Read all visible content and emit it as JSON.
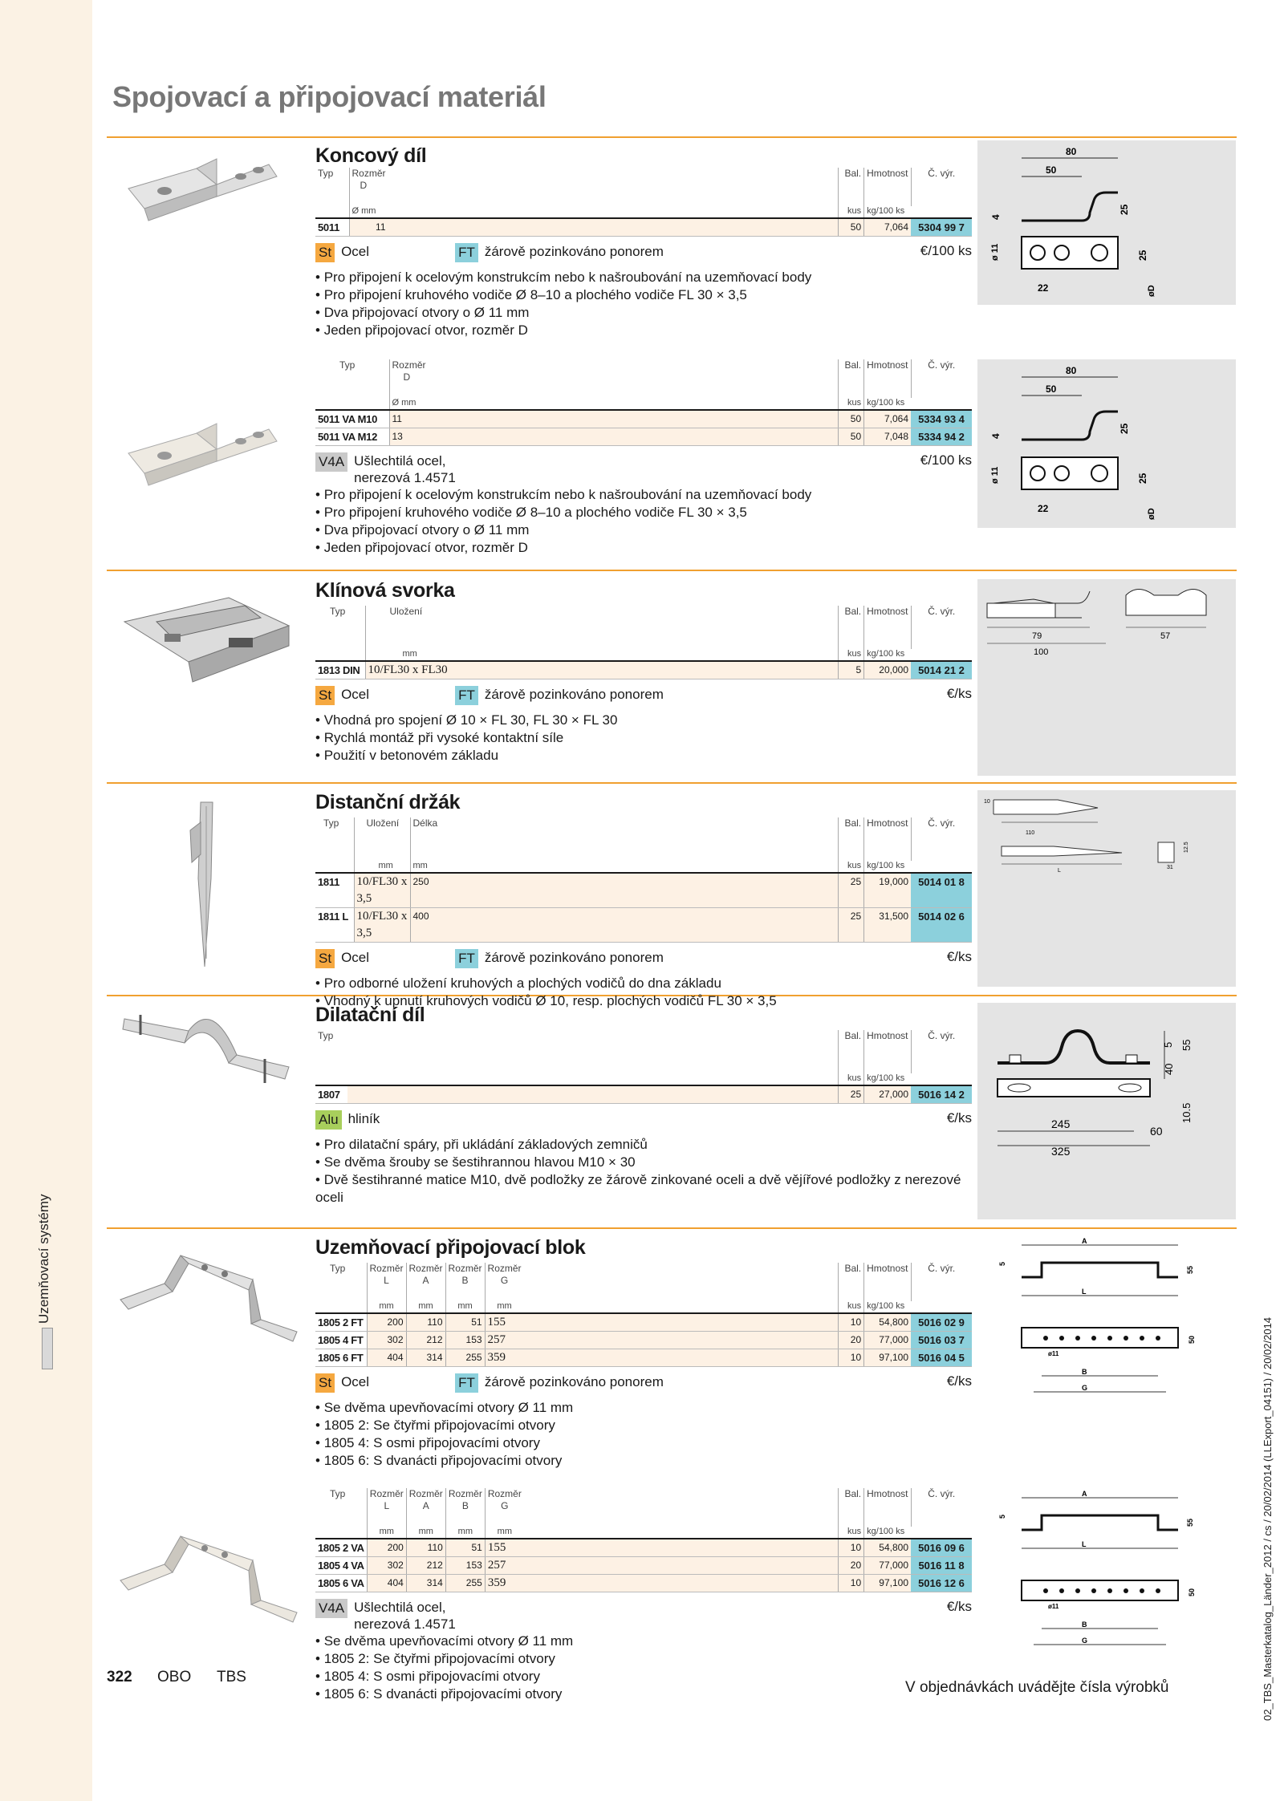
{
  "page": {
    "title": "Spojovací a připojovací materiál",
    "side_label": "Uzemňovací systémy",
    "right_code": "02_TBS_Masterkatalog_Länder_2012 / cs / 20/02/2014 (LLExport_04151) / 20/02/2014",
    "page_number": "322",
    "brand1": "OBO",
    "brand2": "TBS",
    "footer_note": "V objednávkách uvádějte čísla výrobků"
  },
  "labels": {
    "typ": "Typ",
    "rozmer": "Rozměr",
    "d": "D",
    "l": "L",
    "a": "A",
    "b": "B",
    "g": "G",
    "bal": "Bal.",
    "hmotnost": "Hmotnost",
    "cvyr": "Č. výr.",
    "ulozeni": "Uložení",
    "delka": "Délka",
    "mm": "mm",
    "dmm": "Ø mm",
    "kus": "kus",
    "kg": "kg/100 ks",
    "st": "St",
    "ocel": "Ocel",
    "ft": "FT",
    "ft_text": "žárově pozinkováno ponorem",
    "va": "V4A",
    "va_text1": "Ušlechtilá ocel,",
    "va_text2": "nerezová 1.4571",
    "alu": "Alu",
    "alu_text": "hliník",
    "per100": "€/100 ks",
    "perks": "€/ks"
  },
  "koncovy": {
    "title": "Koncový díl",
    "rows1": [
      {
        "typ": "5011",
        "d": "11",
        "bal": "50",
        "hm": "7,064",
        "nr": "5304 99 7"
      }
    ],
    "features1": [
      "Pro připojení k ocelovým konstrukcím nebo k našroubování na uzemňovací body",
      "Pro připojení kruhového vodiče Ø 8–10 a plochého vodiče FL 30 × 3,5",
      "Dva připojovací otvory o Ø 11 mm",
      "Jeden připojovací otvor, rozměr D"
    ],
    "rows2": [
      {
        "typ": "5011 VA M10",
        "d": "11",
        "bal": "50",
        "hm": "7,064",
        "nr": "5334 93 4"
      },
      {
        "typ": "5011 VA M12",
        "d": "13",
        "bal": "50",
        "hm": "7,048",
        "nr": "5334 94 2"
      }
    ],
    "features2": [
      "Pro připojení k ocelovým konstrukcím nebo k našroubování na uzemňovací body",
      "Pro připojení kruhového vodiče Ø 8–10 a plochého vodiče FL 30 × 3,5",
      "Dva připojovací otvory o Ø 11 mm",
      "Jeden připojovací otvor, rozměr D"
    ],
    "dims": {
      "w80": "80",
      "w50": "50",
      "h25": "25",
      "h4": "4",
      "d11": "ø 11",
      "h25b": "25",
      "w22": "22",
      "od": "øD"
    }
  },
  "klinova": {
    "title": "Klínová svorka",
    "rows": [
      {
        "typ": "1813 DIN",
        "ul": "10/FL30 x FL30",
        "bal": "5",
        "hm": "20,000",
        "nr": "5014 21 2"
      }
    ],
    "features": [
      "Vhodná pro spojení Ø 10 × FL 30, FL 30 × FL 30",
      "Rychlá montáž při vysoké kontaktní síle",
      "Použití v betonovém základu"
    ],
    "dims": {
      "d79": "79",
      "d57": "57",
      "d100": "100"
    }
  },
  "distancni": {
    "title": "Distanční držák",
    "rows": [
      {
        "typ": "1811",
        "ul": "10/FL30 x 3,5",
        "dl": "250",
        "bal": "25",
        "hm": "19,000",
        "nr": "5014 01 8"
      },
      {
        "typ": "1811 L",
        "ul": "10/FL30 x 3,5",
        "dl": "400",
        "bal": "25",
        "hm": "31,500",
        "nr": "5014 02 6"
      }
    ],
    "features": [
      "Pro odborné uložení kruhových a plochých vodičů do dna základu",
      "Vhodný k upnutí kruhových vodičů Ø 10, resp. plochých vodičů FL 30 × 3,5"
    ],
    "dims": {
      "d10": "10",
      "d110": "110",
      "dl": "L",
      "d125": "12.5",
      "d31": "31"
    }
  },
  "dilatacni": {
    "title": "Dilatační díl",
    "rows": [
      {
        "typ": "1807",
        "bal": "25",
        "hm": "27,000",
        "nr": "5016 14 2"
      }
    ],
    "features": [
      "Pro dilatační spáry, při ukládání základových zemničů",
      "Se dvěma šrouby se šestihrannou hlavou M10 × 30",
      "Dvě šestihranné matice M10, dvě podložky ze žárově zinkované oceli a dvě vějířové podložky z nerezové oceli"
    ],
    "dims": {
      "d40": "40",
      "d5": "5",
      "d55": "55",
      "d105": "10.5",
      "d60": "60",
      "d245": "245",
      "d325": "325"
    }
  },
  "blok": {
    "title": "Uzemňovací připojovací blok",
    "rows1": [
      {
        "typ": "1805 2 FT",
        "l": "200",
        "a": "110",
        "b": "51",
        "g": "155",
        "bal": "10",
        "hm": "54,800",
        "nr": "5016 02 9"
      },
      {
        "typ": "1805 4 FT",
        "l": "302",
        "a": "212",
        "b": "153",
        "g": "257",
        "bal": "20",
        "hm": "77,000",
        "nr": "5016 03 7"
      },
      {
        "typ": "1805 6 FT",
        "l": "404",
        "a": "314",
        "b": "255",
        "g": "359",
        "bal": "10",
        "hm": "97,100",
        "nr": "5016 04 5"
      }
    ],
    "features1": [
      "Se dvěma upevňovacími otvory Ø 11 mm",
      "1805 2: Se čtyřmi připojovacími otvory",
      "1805 4: S osmi připojovacími otvory",
      "1805 6: S dvanácti připojovacími otvory"
    ],
    "rows2": [
      {
        "typ": "1805 2 VA",
        "l": "200",
        "a": "110",
        "b": "51",
        "g": "155",
        "bal": "10",
        "hm": "54,800",
        "nr": "5016 09 6"
      },
      {
        "typ": "1805 4 VA",
        "l": "302",
        "a": "212",
        "b": "153",
        "g": "257",
        "bal": "20",
        "hm": "77,000",
        "nr": "5016 11 8"
      },
      {
        "typ": "1805 6 VA",
        "l": "404",
        "a": "314",
        "b": "255",
        "g": "359",
        "bal": "10",
        "hm": "97,100",
        "nr": "5016 12 6"
      }
    ],
    "features2": [
      "Se dvěma upevňovacími otvory Ø 11 mm",
      "1805 2: Se čtyřmi připojovacími otvory",
      "1805 4: S osmi připojovacími otvory",
      "1805 6: S dvanácti připojovacími otvory"
    ],
    "dims": {
      "a": "A",
      "l": "L",
      "b": "B",
      "g": "G",
      "d5": "5",
      "d55": "55",
      "d50": "50",
      "d11": "ø11"
    }
  }
}
